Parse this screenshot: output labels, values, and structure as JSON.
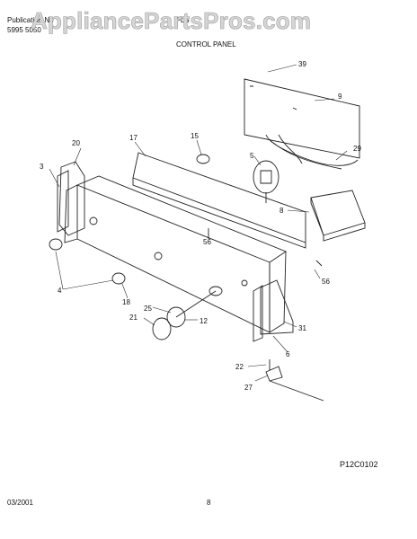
{
  "header": {
    "publication_no_label": "Publication No",
    "publication_no": "5995 5050",
    "model_label": "FLS",
    "section_title": "CONTROL PANEL"
  },
  "watermark": "AppliancePartsPros.com",
  "callouts": [
    "39",
    "9",
    "20",
    "17",
    "15",
    "5",
    "29",
    "3",
    "8",
    "56",
    "4",
    "18",
    "56",
    "25",
    "21",
    "12",
    "31",
    "6",
    "22",
    "27"
  ],
  "figure_code": "P12C0102",
  "footer": {
    "date": "03/2001",
    "page": "8"
  }
}
